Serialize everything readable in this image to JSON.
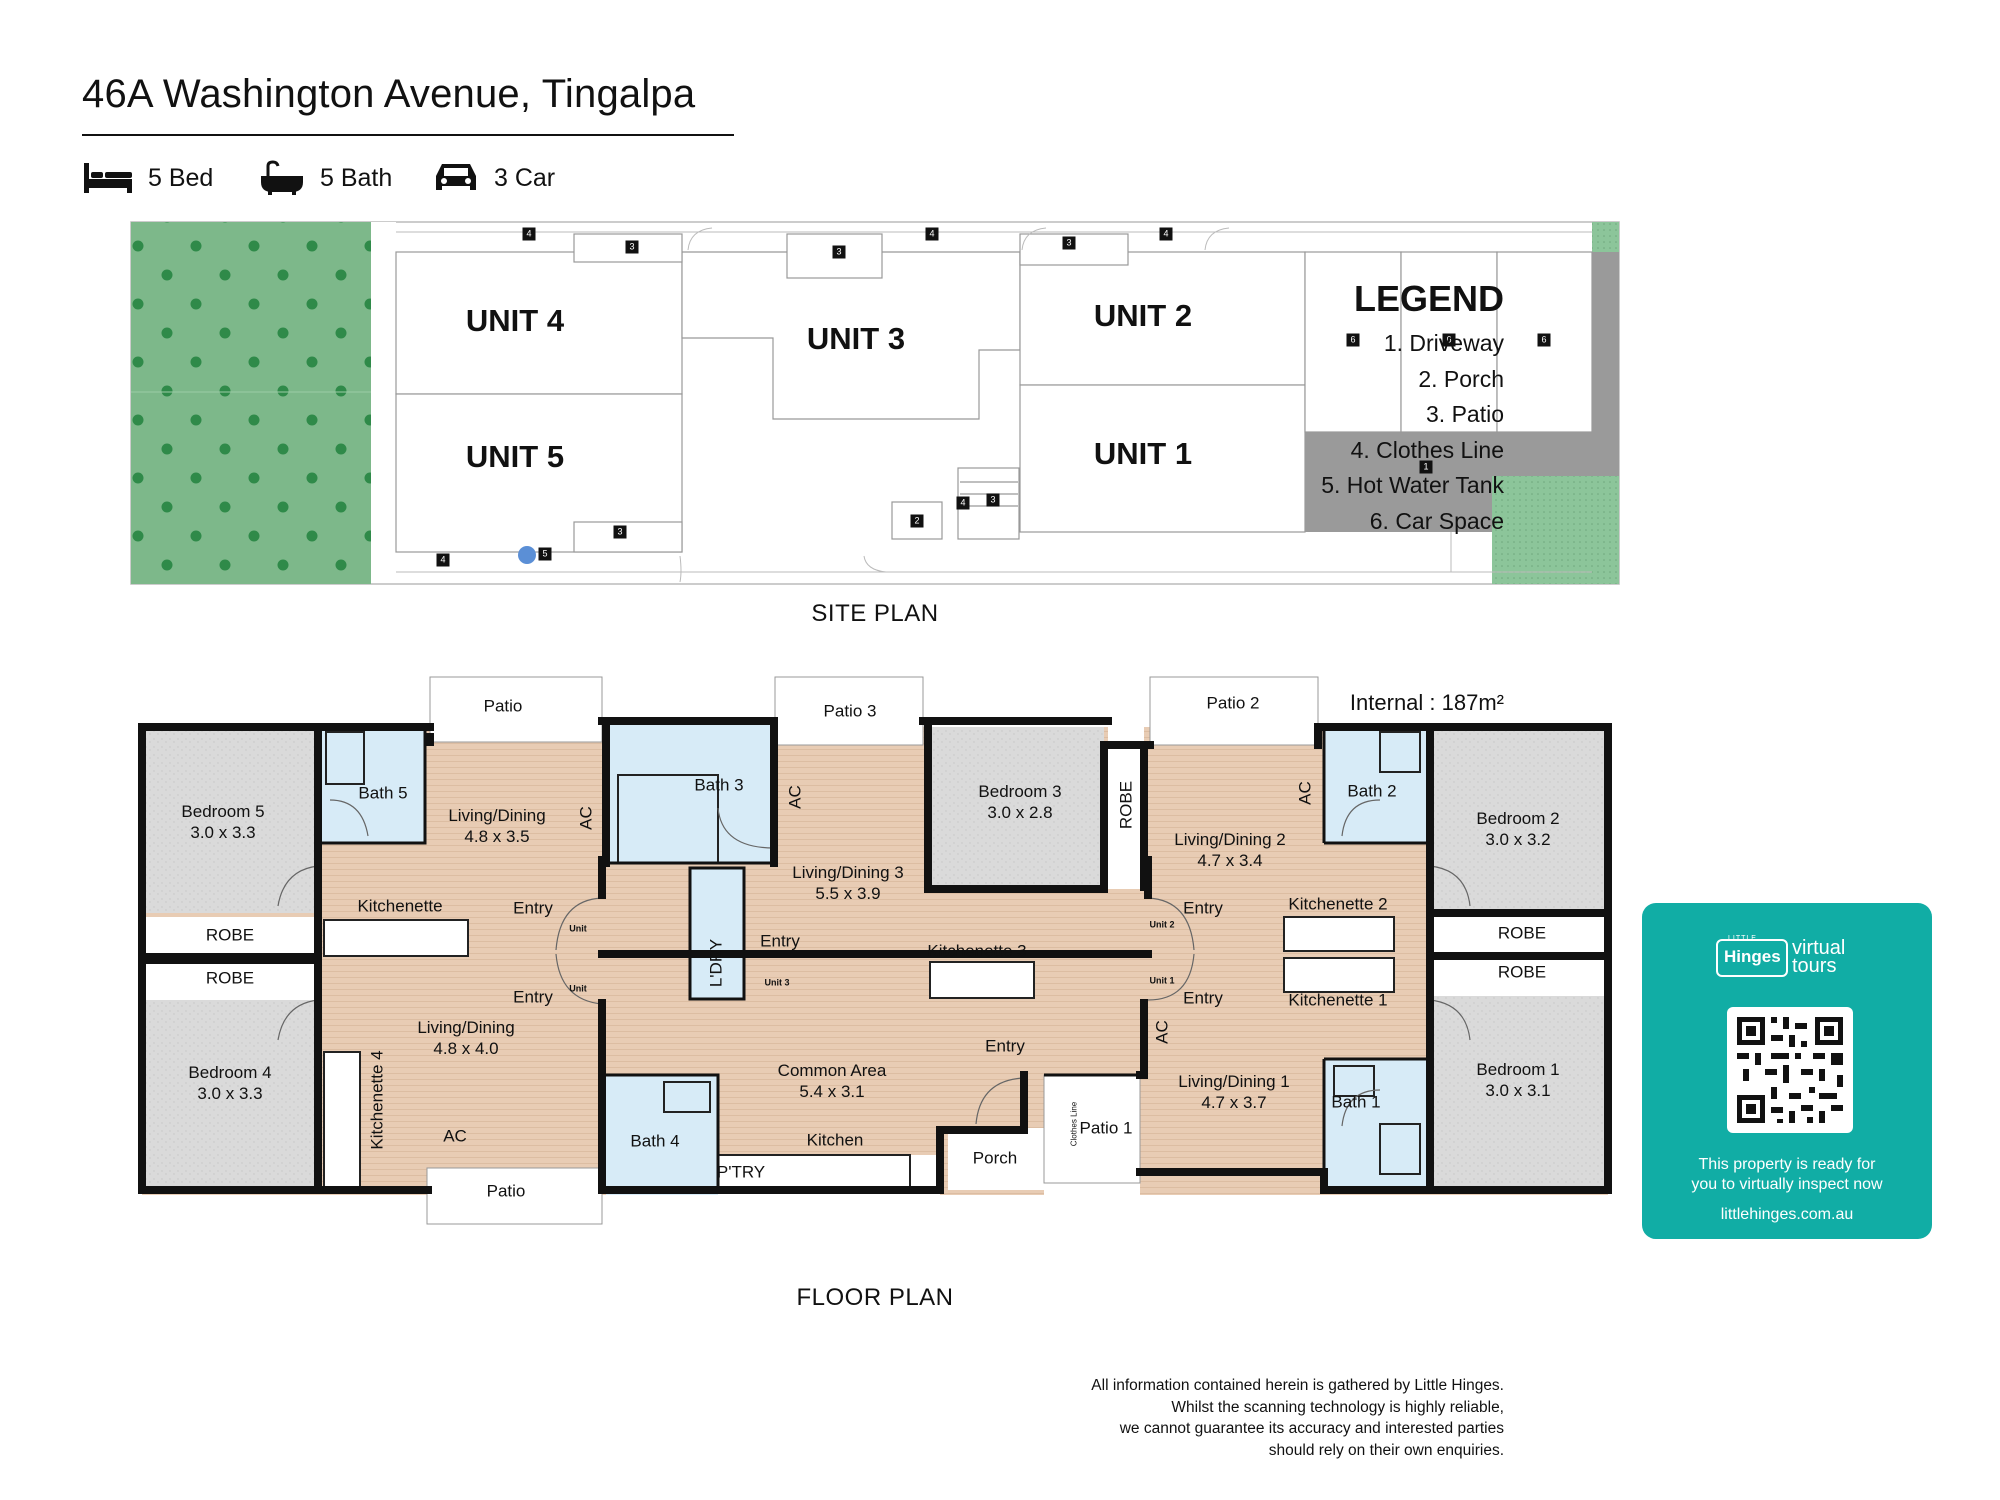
{
  "header": {
    "address": "46A Washington Avenue, Tingalpa",
    "specs": [
      {
        "icon": "bed-icon",
        "label": "5 Bed"
      },
      {
        "icon": "bath-icon",
        "label": "5 Bath"
      },
      {
        "icon": "car-icon",
        "label": "3 Car"
      }
    ]
  },
  "site_plan": {
    "title": "SITE PLAN",
    "units": [
      "UNIT 4",
      "UNIT 3",
      "UNIT 2",
      "UNIT 5",
      "UNIT 1"
    ],
    "markers": [
      "1",
      "2",
      "3",
      "4",
      "5",
      "6"
    ]
  },
  "legend": {
    "title": "LEGEND",
    "items": [
      "1. Driveway",
      "2. Porch",
      "3. Patio",
      "4. Clothes Line",
      "5. Hot Water Tank",
      "6. Car Space"
    ]
  },
  "floor_plan": {
    "title": "FLOOR PLAN",
    "internal_area": "Internal  : 187m²",
    "rooms": {
      "patio_top_left": "Patio",
      "patio_3": "Patio 3",
      "patio_2": "Patio 2",
      "patio_bottom": "Patio",
      "patio_1": "Patio 1",
      "bedroom_5": "Bedroom 5",
      "bedroom_5_size": "3.0 x 3.3",
      "bath_5": "Bath 5",
      "living_5": "Living/Dining",
      "living_5_size": "4.8 x 3.5",
      "bath_3": "Bath 3",
      "living_3": "Living/Dining 3",
      "living_3_size": "5.5 x 3.9",
      "bedroom_3": "Bedroom 3",
      "bedroom_3_size": "3.0 x 2.8",
      "robe": "ROBE",
      "living_2": "Living/Dining 2",
      "living_2_size": "4.7 x 3.4",
      "bath_2": "Bath 2",
      "bedroom_2": "Bedroom 2",
      "bedroom_2_size": "3.0 x 3.2",
      "kitchenette": "Kitchenette",
      "entry": "Entry",
      "laundry": "L'DRY",
      "kitchenette_3": "Kitchenette 3",
      "kitchenette_2": "Kitchenette 2",
      "kitchenette_1": "Kitchenette 1",
      "living_4": "Living/Dining",
      "living_4_size": "4.8 x 4.0",
      "common_area": "Common Area",
      "common_area_size": "5.4 x 3.1",
      "bedroom_4": "Bedroom 4",
      "bedroom_4_size": "3.0 x 3.3",
      "kitchenette_4": "Kitchenette 4",
      "ac": "AC",
      "bath_4": "Bath 4",
      "kitchen": "Kitchen",
      "pantry": "P'TRY",
      "porch": "Porch",
      "clothes_line": "Clothes Line",
      "living_1": "Living/Dining 1",
      "living_1_size": "4.7 x 3.7",
      "bath_1": "Bath 1",
      "bedroom_1": "Bedroom 1",
      "bedroom_1_size": "3.0 x 3.1",
      "unit": "Unit",
      "unit_3": "Unit 3",
      "unit_2": "Unit 2",
      "unit_1": "Unit 1"
    }
  },
  "badge": {
    "brand_small": "LITTLE",
    "brand": "Hinges",
    "virtual": "virtual",
    "tours": "tours",
    "tagline_1": "This property is ready for",
    "tagline_2": "you to virtually inspect now",
    "url": "littlehinges.com.au"
  },
  "disclaimer": [
    "All information contained herein is gathered by Little Hinges.",
    "Whilst the scanning technology is highly reliable,",
    "we cannot guarantee its accuracy and interested parties",
    "should rely on their own enquiries."
  ],
  "colors": {
    "grass": "#7db88a",
    "timber": "#e6c9b0",
    "tile": "#d7ebf7",
    "carpet": "#d9d9d9",
    "driveway": "#9a9a9a",
    "badge": "#11ada5"
  }
}
